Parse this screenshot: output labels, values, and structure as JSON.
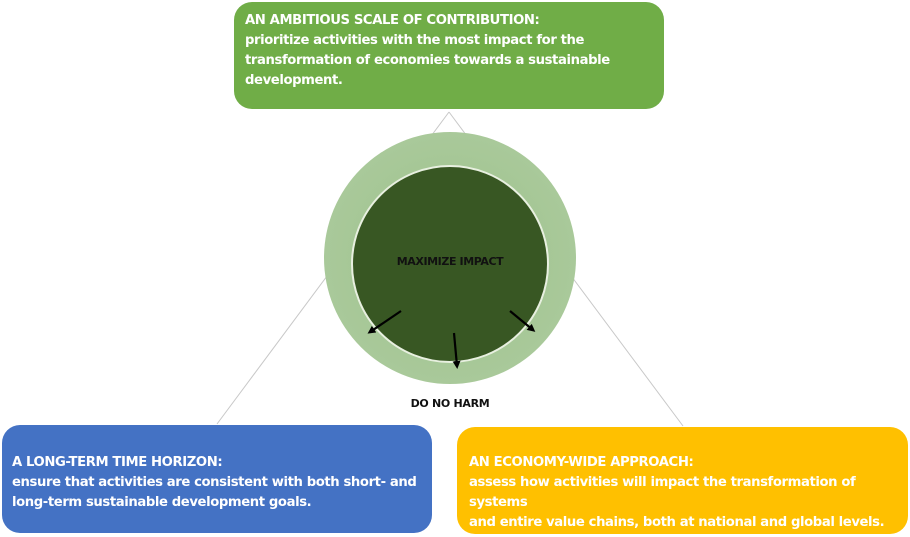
{
  "diagram": {
    "center": {
      "inner_label": "MAXIMIZE IMPACT",
      "outer_label": "DO NO HARM",
      "inner_color": "#385723",
      "outer_color": "#a9c99a"
    },
    "boxes": [
      {
        "id": "top",
        "title": "AN AMBITIOUS SCALE OF CONTRIBUTION:",
        "body_lines": [
          "prioritize activities with the most impact for the",
          "transformation of economies towards a sustainable",
          "development."
        ],
        "color": "#70ad47"
      },
      {
        "id": "left",
        "title": "A LONG-TERM TIME HORIZON:",
        "body_lines": [
          "ensure that activities are consistent with both short- and",
          "long-term sustainable development goals."
        ],
        "color": "#4472c4"
      },
      {
        "id": "right",
        "title": "AN ECONOMY-WIDE APPROACH:",
        "body_lines": [
          "assess how activities will impact the transformation of systems",
          "and entire value chains, both at national and global levels."
        ],
        "color": "#ffc000"
      }
    ],
    "arrow_count": 3
  }
}
